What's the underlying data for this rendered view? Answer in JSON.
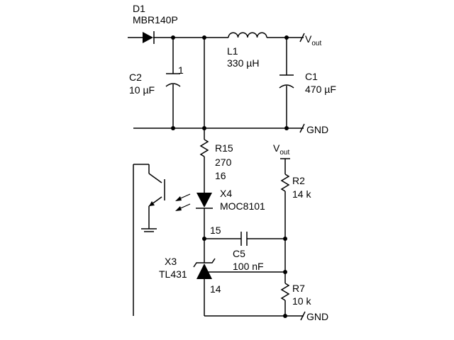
{
  "components": {
    "d1": {
      "ref": "D1",
      "value": "MBR140P"
    },
    "l1": {
      "ref": "L1",
      "value": "330 µH"
    },
    "c2": {
      "ref": "C2",
      "value": "10 µF",
      "pin": "1"
    },
    "c1": {
      "ref": "C1",
      "value": "470 µF"
    },
    "r15": {
      "ref": "R15",
      "value": "270",
      "pin": "16"
    },
    "x4": {
      "ref": "X4",
      "value": "MOC8101"
    },
    "r2": {
      "ref": "R2",
      "value": "14 k"
    },
    "c5": {
      "ref": "C5",
      "value": "100 nF",
      "pin": "15"
    },
    "x3": {
      "ref": "X3",
      "value": "TL431",
      "pin": "14"
    },
    "r7": {
      "ref": "R7",
      "value": "10 k"
    }
  },
  "terminals": {
    "vout_top": {
      "base": "V",
      "sub": "out"
    },
    "gnd_top": "GND",
    "vout_right": {
      "base": "V",
      "sub": "out"
    },
    "gnd_bottom": "GND"
  }
}
